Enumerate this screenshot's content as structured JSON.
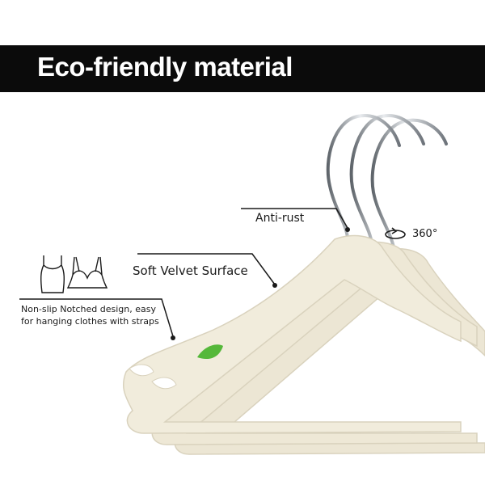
{
  "banner": {
    "title": "Eco-friendly material"
  },
  "callouts": {
    "anti_rust": "Anti-rust",
    "rotation": "360°",
    "velvet": "Soft Velvet Surface",
    "non_slip_line1": "Non-slip Notched design, easy",
    "non_slip_line2": "for hanging clothes with straps"
  },
  "colors": {
    "banner_bg": "#0b0b0b",
    "hanger_velvet": "#efe9d8",
    "hanger_edge": "#d9d2bd",
    "chrome_hook": "#9aa0a6",
    "accent_leaf": "#55b83a"
  },
  "icons": [
    "tank-top-icon",
    "bra-icon",
    "rotate-360-icon",
    "leaf-icon"
  ]
}
